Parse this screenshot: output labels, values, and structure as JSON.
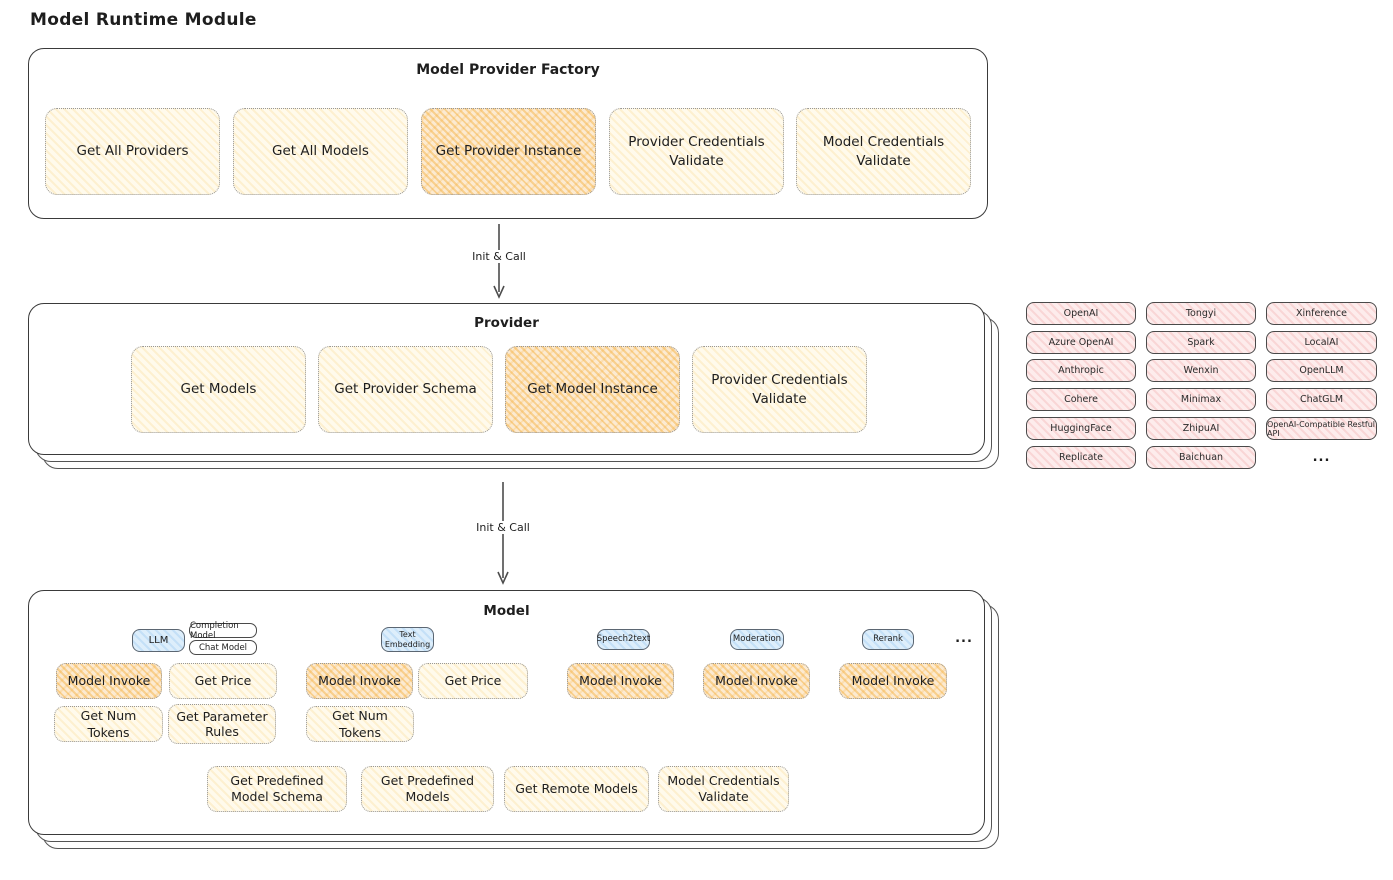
{
  "title": "Model Runtime Module",
  "arrow_label": "Init & Call",
  "factory": {
    "title": "Model Provider Factory",
    "methods": [
      "Get All Providers",
      "Get All Models",
      "Get Provider Instance",
      "Provider Credentials Validate",
      "Model Credentials Validate"
    ]
  },
  "provider": {
    "title": "Provider",
    "methods": [
      "Get Models",
      "Get Provider Schema",
      "Get Model Instance",
      "Provider Credentials Validate"
    ]
  },
  "providers_panel": {
    "rows": [
      [
        "OpenAI",
        "Tongyi",
        "Xinference"
      ],
      [
        "Azure OpenAI",
        "Spark",
        "LocalAI"
      ],
      [
        "Anthropic",
        "Wenxin",
        "OpenLLM"
      ],
      [
        "Cohere",
        "Minimax",
        "ChatGLM"
      ],
      [
        "HuggingFace",
        "ZhipuAI",
        "OpenAI-Compatible Restful API"
      ],
      [
        "Replicate",
        "Baichuan"
      ]
    ],
    "ellipsis": "..."
  },
  "model": {
    "title": "Model",
    "types": {
      "llm": "LLM",
      "completion": "Completion Model",
      "chat": "Chat Model",
      "embedding": "Text Embedding",
      "speech2text": "Speech2text",
      "moderation": "Moderation",
      "rerank": "Rerank",
      "ellipsis": "..."
    },
    "methods": {
      "model_invoke": "Model Invoke",
      "get_price": "Get Price",
      "get_num_tokens": "Get Num Tokens",
      "get_parameter_rules": "Get Parameter Rules",
      "get_predefined_model_schema": "Get Predefined Model Schema",
      "get_predefined_models": "Get Predefined Models",
      "get_remote_models": "Get Remote Models",
      "model_credentials_validate": "Model Credentials Validate"
    }
  },
  "colors": {
    "highlight_fill": "#f6c86a",
    "method_fill": "#fff9e0",
    "provider_pill_fill": "#fce8e8",
    "type_tag_fill": "#d9ecfa",
    "outline": "#3a3a3a"
  }
}
